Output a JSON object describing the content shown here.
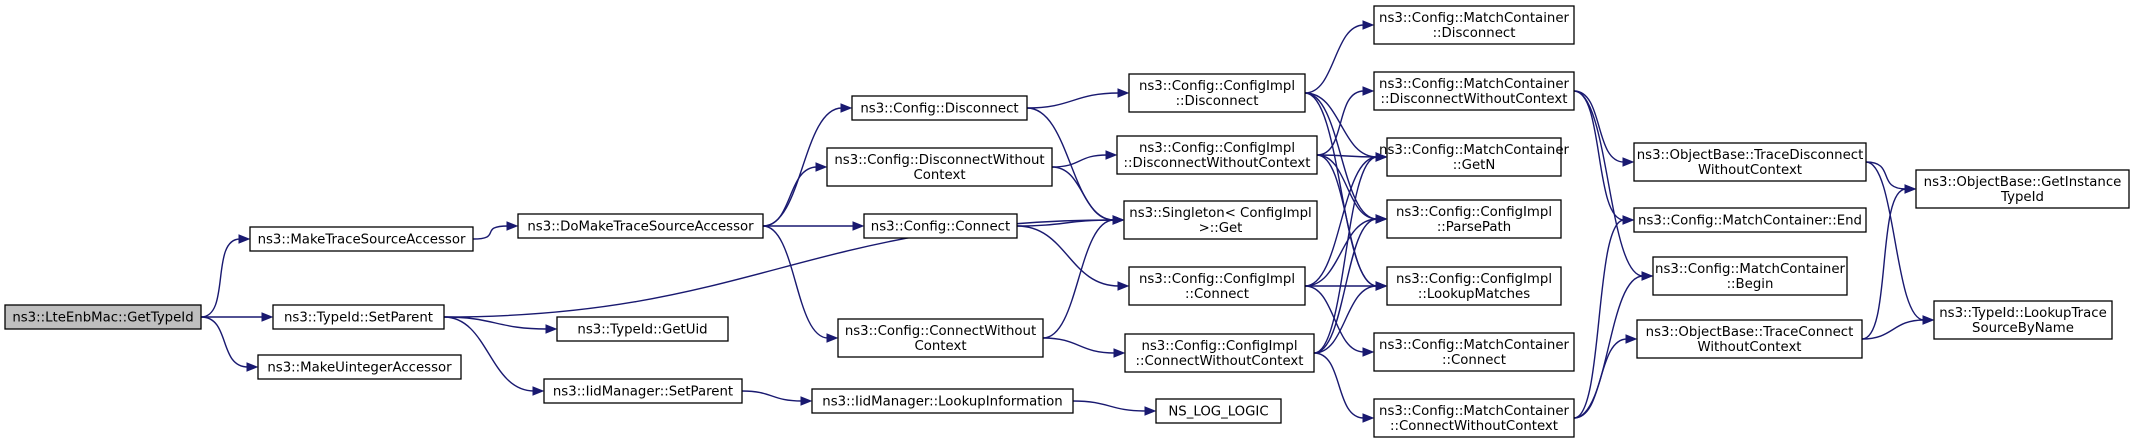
{
  "colors": {
    "edge": "#191970",
    "root_fill": "#bfbfbf",
    "node_fill": "#ffffff",
    "node_border": "#000000"
  },
  "nodes": [
    {
      "id": "lte",
      "lines": [
        "ns3::LteEnbMac::GetTypeId"
      ],
      "root": true
    },
    {
      "id": "mtsa",
      "lines": [
        "ns3::MakeTraceSourceAccessor"
      ]
    },
    {
      "id": "tsp",
      "lines": [
        "ns3::TypeId::SetParent"
      ]
    },
    {
      "id": "mua",
      "lines": [
        "ns3::MakeUintegerAccessor"
      ]
    },
    {
      "id": "dmtsa",
      "lines": [
        "ns3::DoMakeTraceSourceAccessor"
      ]
    },
    {
      "id": "tgu",
      "lines": [
        "ns3::TypeId::GetUid"
      ]
    },
    {
      "id": "iidsp",
      "lines": [
        "ns3::IidManager::SetParent"
      ]
    },
    {
      "id": "cdisc",
      "lines": [
        "ns3::Config::Disconnect"
      ]
    },
    {
      "id": "cdwc",
      "lines": [
        "ns3::Config::DisconnectWithout",
        "Context"
      ]
    },
    {
      "id": "cconn",
      "lines": [
        "ns3::Config::Connect"
      ]
    },
    {
      "id": "ccwc",
      "lines": [
        "ns3::Config::ConnectWithout",
        "Context"
      ]
    },
    {
      "id": "iidli",
      "lines": [
        "ns3::IidManager::LookupInformation"
      ]
    },
    {
      "id": "cid",
      "lines": [
        "ns3::Config::ConfigImpl",
        "::Disconnect"
      ]
    },
    {
      "id": "cidwc",
      "lines": [
        "ns3::Config::ConfigImpl",
        "::DisconnectWithoutContext"
      ]
    },
    {
      "id": "sing",
      "lines": [
        "ns3::Singleton< ConfigImpl",
        ">::Get"
      ]
    },
    {
      "id": "cic",
      "lines": [
        "ns3::Config::ConfigImpl",
        "::Connect"
      ]
    },
    {
      "id": "cicwc",
      "lines": [
        "ns3::Config::ConfigImpl",
        "::ConnectWithoutContext"
      ]
    },
    {
      "id": "nslog",
      "lines": [
        "NS_LOG_LOGIC"
      ]
    },
    {
      "id": "mcdisc",
      "lines": [
        "ns3::Config::MatchContainer",
        "::Disconnect"
      ]
    },
    {
      "id": "mcdwc",
      "lines": [
        "ns3::Config::MatchContainer",
        "::DisconnectWithoutContext"
      ]
    },
    {
      "id": "mcgetn",
      "lines": [
        "ns3::Config::MatchContainer",
        "::GetN"
      ]
    },
    {
      "id": "cipp",
      "lines": [
        "ns3::Config::ConfigImpl",
        "::ParsePath"
      ]
    },
    {
      "id": "cilm",
      "lines": [
        "ns3::Config::ConfigImpl",
        "::LookupMatches"
      ]
    },
    {
      "id": "mcconn",
      "lines": [
        "ns3::Config::MatchContainer",
        "::Connect"
      ]
    },
    {
      "id": "mccwc",
      "lines": [
        "ns3::Config::MatchContainer",
        "::ConnectWithoutContext"
      ]
    },
    {
      "id": "obtd",
      "lines": [
        "ns3::ObjectBase::TraceDisconnect",
        "WithoutContext"
      ]
    },
    {
      "id": "mcend",
      "lines": [
        "ns3::Config::MatchContainer::End"
      ]
    },
    {
      "id": "mcbegin",
      "lines": [
        "ns3::Config::MatchContainer",
        "::Begin"
      ]
    },
    {
      "id": "obtc",
      "lines": [
        "ns3::ObjectBase::TraceConnect",
        "WithoutContext"
      ]
    },
    {
      "id": "obgit",
      "lines": [
        "ns3::ObjectBase::GetInstance",
        "TypeId"
      ]
    },
    {
      "id": "tidlt",
      "lines": [
        "ns3::TypeId::LookupTrace",
        "SourceByName"
      ]
    }
  ],
  "edges": [
    [
      "lte",
      "mtsa"
    ],
    [
      "lte",
      "tsp"
    ],
    [
      "lte",
      "mua"
    ],
    [
      "mtsa",
      "dmtsa"
    ],
    [
      "tsp",
      "tgu"
    ],
    [
      "tsp",
      "iidsp"
    ],
    [
      "tsp",
      "sing"
    ],
    [
      "dmtsa",
      "cdisc"
    ],
    [
      "dmtsa",
      "cdwc"
    ],
    [
      "dmtsa",
      "cconn"
    ],
    [
      "dmtsa",
      "ccwc"
    ],
    [
      "iidsp",
      "iidli"
    ],
    [
      "cdisc",
      "cid"
    ],
    [
      "cdisc",
      "sing"
    ],
    [
      "cdwc",
      "cidwc"
    ],
    [
      "cdwc",
      "sing"
    ],
    [
      "cconn",
      "sing"
    ],
    [
      "cconn",
      "cic"
    ],
    [
      "ccwc",
      "sing"
    ],
    [
      "ccwc",
      "cicwc"
    ],
    [
      "iidli",
      "nslog"
    ],
    [
      "cid",
      "mcdisc"
    ],
    [
      "cid",
      "mcgetn"
    ],
    [
      "cid",
      "cipp"
    ],
    [
      "cid",
      "cilm"
    ],
    [
      "cidwc",
      "mcdwc"
    ],
    [
      "cidwc",
      "mcgetn"
    ],
    [
      "cidwc",
      "cipp"
    ],
    [
      "cidwc",
      "cilm"
    ],
    [
      "cic",
      "mcgetn"
    ],
    [
      "cic",
      "cipp"
    ],
    [
      "cic",
      "cilm"
    ],
    [
      "cic",
      "mcconn"
    ],
    [
      "cicwc",
      "mcgetn"
    ],
    [
      "cicwc",
      "cipp"
    ],
    [
      "cicwc",
      "cilm"
    ],
    [
      "cicwc",
      "mccwc"
    ],
    [
      "mcdwc",
      "obtd"
    ],
    [
      "mcdwc",
      "mcend"
    ],
    [
      "mcdwc",
      "mcbegin"
    ],
    [
      "mccwc",
      "mcend"
    ],
    [
      "mccwc",
      "mcbegin"
    ],
    [
      "mccwc",
      "obtc"
    ],
    [
      "obtd",
      "obgit"
    ],
    [
      "obtd",
      "tidlt"
    ],
    [
      "obtc",
      "obgit"
    ],
    [
      "obtc",
      "tidlt"
    ]
  ]
}
